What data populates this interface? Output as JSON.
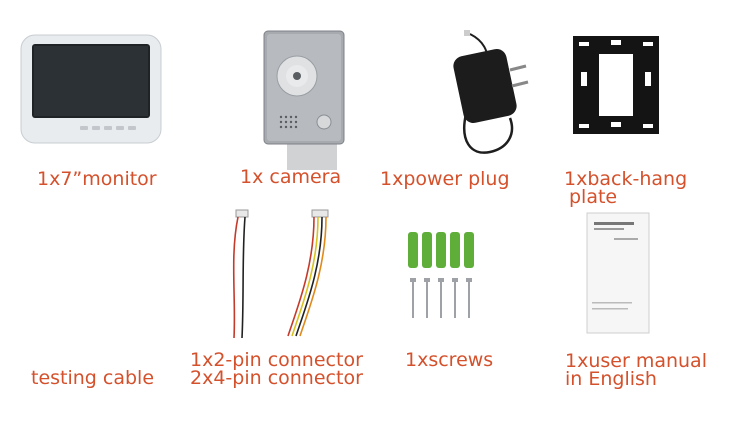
{
  "items": {
    "monitor": {
      "label": "1x7”monitor",
      "icon": "monitor-icon"
    },
    "camera": {
      "label": "1x camera",
      "icon": "camera-icon"
    },
    "power_plug": {
      "label": "1xpower plug",
      "icon": "power-adapter-icon"
    },
    "back_hang_plate": {
      "line1": "1xback-hang",
      "line2": "plate",
      "icon": "bracket-icon"
    },
    "testing_cable": {
      "label": "testing cable"
    },
    "connectors": {
      "line1": "1x2-pin connector",
      "line2": "2x4-pin connector",
      "icon": "connector-wires-icon"
    },
    "screws": {
      "label": "1xscrews",
      "icon": "screws-icon"
    },
    "manual": {
      "line1": "1xuser manual",
      "line2": "in English",
      "icon": "manual-booklet-icon"
    }
  },
  "colors": {
    "label": "#d4512c",
    "background": "#ffffff"
  }
}
